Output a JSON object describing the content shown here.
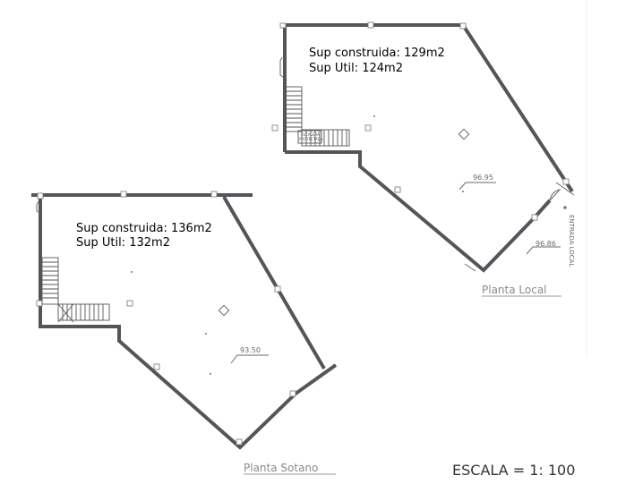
{
  "plans": [
    {
      "id": "local",
      "sup_construida": "Sup construida: 129m2",
      "sup_util": "Sup Util: 124m2",
      "level_main": "96.95",
      "level_entry": "96.86",
      "stair_label_1": "ESCALERA",
      "stair_label_2": "PROYECTADA",
      "entrance_label": "ENTRADA LOCAL",
      "title": "Planta Local"
    },
    {
      "id": "sotano",
      "sup_construida": "Sup construida: 136m2",
      "sup_util": "Sup Util: 132m2",
      "level_main": "93.50",
      "title": "Planta Sotano"
    }
  ],
  "scale_label": "ESCALA = 1: 100",
  "colors": {
    "wall": "#56545a",
    "text": "#000000",
    "caption": "#8a8a8a"
  }
}
